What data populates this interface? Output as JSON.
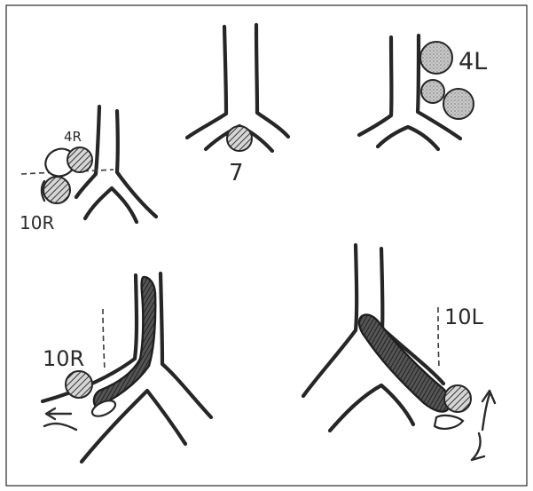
{
  "labels": {
    "station_4r": "4R",
    "station_10r_top": "10R",
    "station_7": "7",
    "station_4l": "4L",
    "station_10r_bottom": "10R",
    "station_10l": "10L"
  }
}
